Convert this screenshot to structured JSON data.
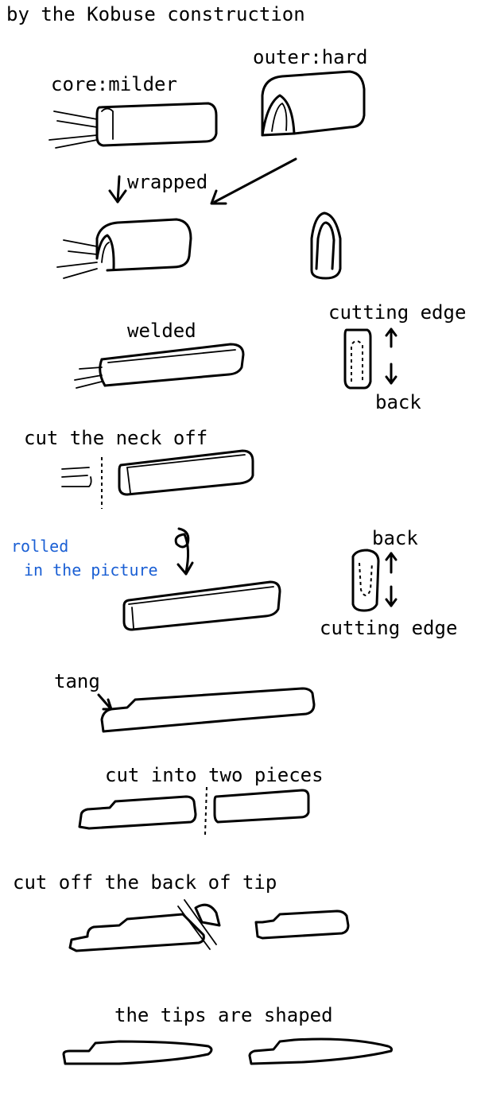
{
  "title": "by the Kobuse construction",
  "labels": {
    "core": "core:milder",
    "outer": "outer:hard",
    "wrapped": "wrapped",
    "welded": "welded",
    "cutting_edge_1": "cutting edge",
    "back_1": "back",
    "cut_neck": "cut the neck off",
    "rolled_1": "rolled",
    "rolled_2": "in the picture",
    "back_2": "back",
    "cutting_edge_2": "cutting edge",
    "tang": "tang",
    "cut_two": "cut into two pieces",
    "cut_back_tip": "cut off the back of tip",
    "tips_shaped": "the tips are shaped"
  },
  "colors": {
    "ink": "#000000",
    "note": "#1a5fd4",
    "background": "#ffffff"
  }
}
